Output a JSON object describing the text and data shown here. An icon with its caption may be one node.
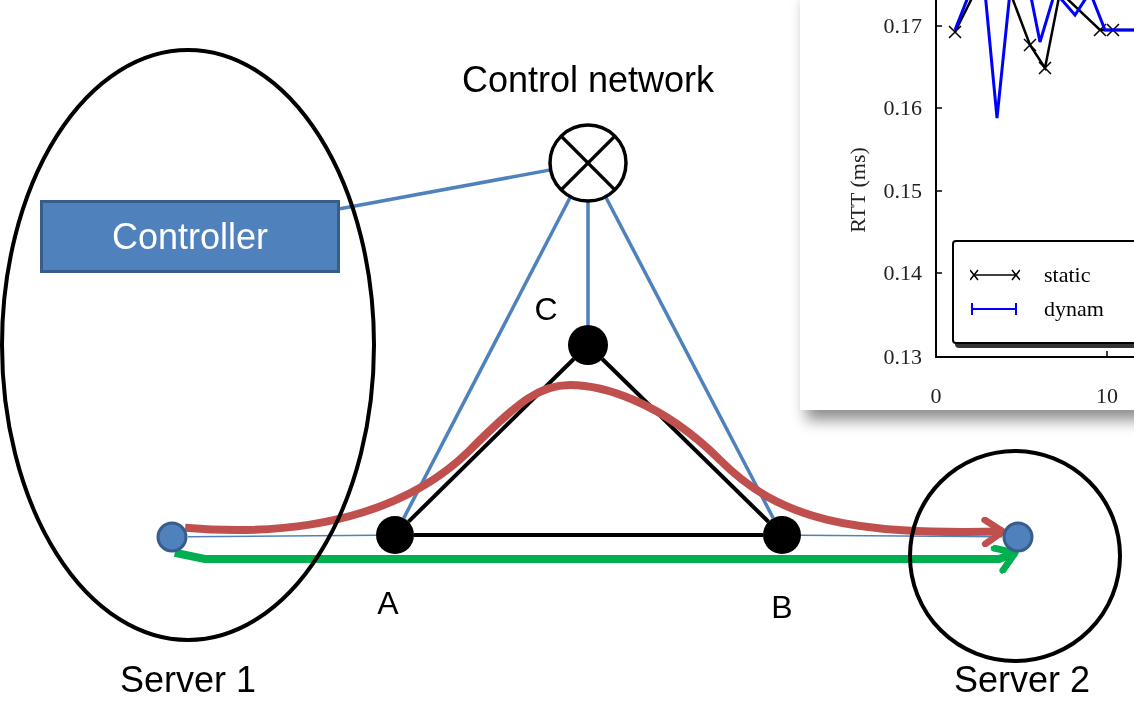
{
  "diagram": {
    "nodes": [
      {
        "text": [
          "Server 1"
        ]
      },
      {
        "text": [
          "Controller"
        ],
        "in": 0
      },
      {
        "text": [],
        "shape": "circle",
        "in": 0
      },
      {
        "text": [
          "Server 2"
        ]
      },
      {
        "text": [],
        "shape": "circle",
        "in": 3
      },
      {
        "text": [
          "Control network"
        ]
      },
      {
        "text": [
          "C"
        ]
      },
      {
        "text": [
          "A"
        ]
      },
      {
        "text": [
          "B"
        ]
      }
    ],
    "edges": [
      {
        "from": 1,
        "to": 5,
        "arrow": "none"
      },
      {
        "from": 5,
        "to": 7,
        "arrow": "none"
      },
      {
        "from": 5,
        "to": 6,
        "arrow": "none"
      },
      {
        "from": 5,
        "to": 8,
        "arrow": "none"
      },
      {
        "from": 7,
        "to": 8,
        "arrow": "none",
        "color": "#000000"
      },
      {
        "from": 8,
        "to": 6,
        "arrow": "none",
        "color": "#000000"
      },
      {
        "from": 6,
        "to": 7,
        "arrow": "none",
        "color": "#000000"
      },
      {
        "from": 2,
        "to": 7,
        "arrow": "none"
      },
      {
        "from": 8,
        "to": 4,
        "arrow": "none"
      },
      {
        "from": 2,
        "to": 4,
        "arrow": "to",
        "style": "thick",
        "color": "#c0504d"
      },
      {
        "from": 2,
        "to": 4,
        "arrow": "to",
        "style": "thick",
        "color": "#00b050"
      }
    ],
    "labels": [
      "0.17",
      "RTT (ms)",
      "0.16",
      "0.15",
      "0.14",
      "0.13",
      "0",
      "10"
    ],
    "legend": [
      {
        "text": "static"
      },
      {
        "text": "dynam"
      }
    ]
  }
}
